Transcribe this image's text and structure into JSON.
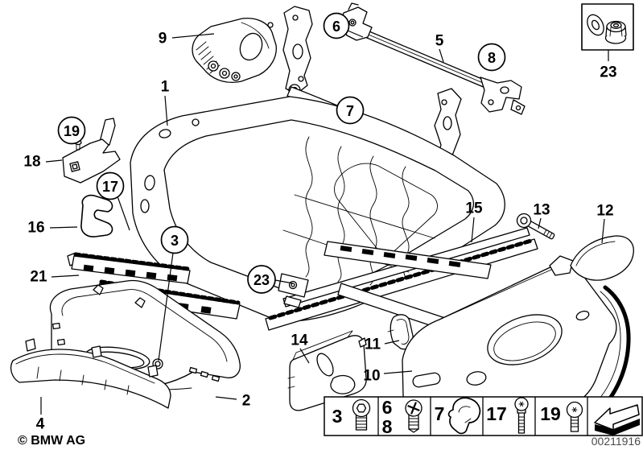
{
  "diagram_kind": "exploded-parts-diagram",
  "colors": {
    "line": "#000000",
    "background": "#ffffff",
    "diagram_number_gray": "#4a4a4a"
  },
  "callouts": [
    {
      "label": "9",
      "circled": false
    },
    {
      "label": "1",
      "circled": false
    },
    {
      "label": "19",
      "circled": true
    },
    {
      "label": "18",
      "circled": false
    },
    {
      "label": "17",
      "circled": true
    },
    {
      "label": "16",
      "circled": false
    },
    {
      "label": "21",
      "circled": false
    },
    {
      "label": "3",
      "circled": true
    },
    {
      "label": "23",
      "circled": true
    },
    {
      "label": "4",
      "circled": false
    },
    {
      "label": "2",
      "circled": false
    },
    {
      "label": "14",
      "circled": false
    },
    {
      "label": "11",
      "circled": false
    },
    {
      "label": "10",
      "circled": false
    },
    {
      "label": "6",
      "circled": true
    },
    {
      "label": "5",
      "circled": false
    },
    {
      "label": "8",
      "circled": true
    },
    {
      "label": "7",
      "circled": true
    },
    {
      "label": "23",
      "circled": false
    },
    {
      "label": "15",
      "circled": false
    },
    {
      "label": "13",
      "circled": false
    },
    {
      "label": "12",
      "circled": false
    }
  ],
  "inset": {
    "label": "23",
    "icons": [
      "washer-icon",
      "flange-nut-icon"
    ]
  },
  "legend": {
    "cells": [
      {
        "number_top": "3",
        "number_bottom": "",
        "icon": "socket-head-screw-icon"
      },
      {
        "number_top": "6",
        "number_bottom": "8",
        "icon": "phillips-screw-icon"
      },
      {
        "number_top": "7",
        "number_bottom": "",
        "icon": "spring-clip-icon"
      },
      {
        "number_top": "17",
        "number_bottom": "",
        "icon": "torx-screw-icon"
      },
      {
        "number_top": "19",
        "number_bottom": "",
        "icon": "pan-head-screw-icon"
      },
      {
        "number_top": "",
        "number_bottom": "",
        "icon": "direction-arrow-icon"
      }
    ]
  },
  "footer": {
    "copyright": "© BMW AG",
    "diagram_number": "00211916"
  }
}
